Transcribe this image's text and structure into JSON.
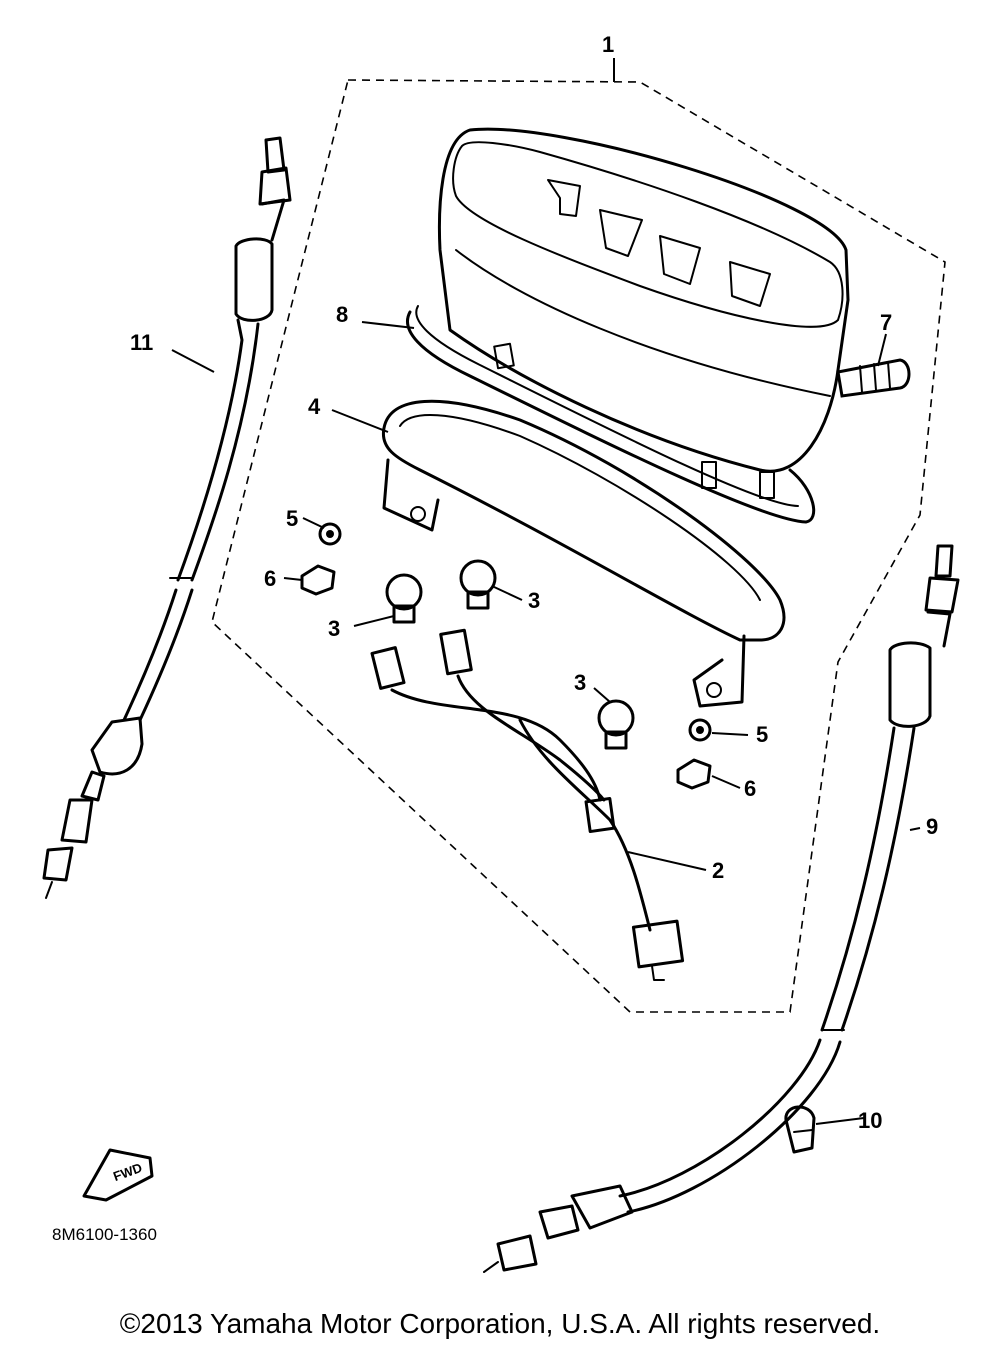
{
  "callouts": {
    "c1": "1",
    "c2": "2",
    "c3a": "3",
    "c3b": "3",
    "c3c": "3",
    "c4": "4",
    "c5a": "5",
    "c5b": "5",
    "c6a": "6",
    "c6b": "6",
    "c7": "7",
    "c8": "8",
    "c9": "9",
    "c10": "10",
    "c11": "11"
  },
  "front_badge": "FWD",
  "part_code": "8M6100-1360",
  "copyright": "©2013 Yamaha Motor Corporation, U.S.A. All rights reserved."
}
